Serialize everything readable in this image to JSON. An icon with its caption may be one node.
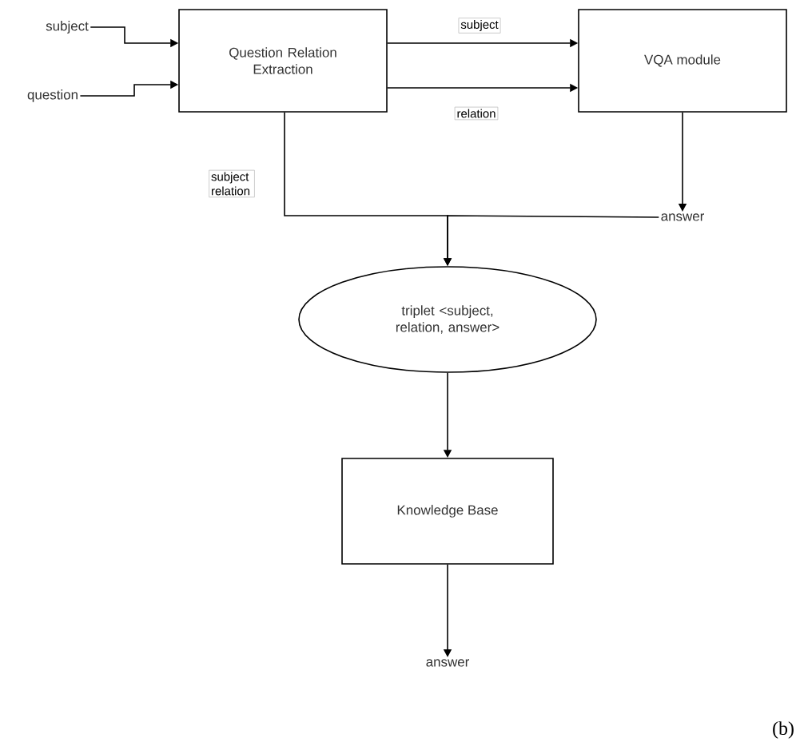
{
  "diagram": {
    "nodes": [
      {
        "text": [
          "subject"
        ]
      },
      {
        "text": [
          "question"
        ]
      },
      {
        "text": [
          "Question Relation Extraction"
        ]
      },
      {
        "text": [
          "VQA module"
        ]
      },
      {
        "text": [
          "answer"
        ]
      },
      {
        "text": [
          "triplet <subject, relation, answer>"
        ]
      },
      {
        "text": [
          "Knowledge Base"
        ]
      },
      {
        "text": [
          "answer"
        ]
      }
    ],
    "edges": [
      {
        "from": 0,
        "to": 2,
        "arrow": "to"
      },
      {
        "from": 1,
        "to": 2,
        "arrow": "to"
      },
      {
        "from": 2,
        "to": 3,
        "arrow": "to",
        "label": "subject"
      },
      {
        "from": 2,
        "to": 3,
        "arrow": "to",
        "label": "relation"
      },
      {
        "from": 3,
        "to": 4,
        "arrow": "to"
      },
      {
        "from": 2,
        "to": 5,
        "arrow": "to",
        "label": "subject relation"
      },
      {
        "from": 4,
        "to": 5,
        "arrow": "to"
      },
      {
        "from": 5,
        "to": 6,
        "arrow": "to"
      },
      {
        "from": 6,
        "to": 7,
        "arrow": "to"
      }
    ],
    "labels": [
      "(b)"
    ]
  }
}
